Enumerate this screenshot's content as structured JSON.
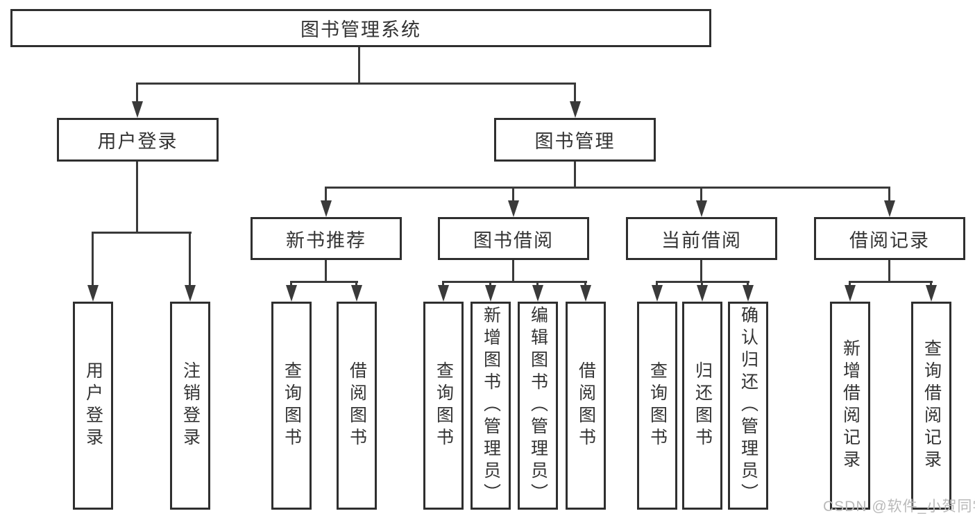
{
  "diagram": {
    "type": "hierarchy-tree",
    "root": {
      "label": "图书管理系统",
      "children": [
        {
          "label": "用户登录",
          "children": [
            {
              "label": "用户登录"
            },
            {
              "label": "注销登录"
            }
          ]
        },
        {
          "label": "图书管理",
          "children": [
            {
              "label": "新书推荐",
              "children": [
                {
                  "label": "查询图书"
                },
                {
                  "label": "借阅图书"
                }
              ]
            },
            {
              "label": "图书借阅",
              "children": [
                {
                  "label": "查询图书"
                },
                {
                  "label": "新增图书（管理员）"
                },
                {
                  "label": "编辑图书（管理员）"
                },
                {
                  "label": "借阅图书"
                }
              ]
            },
            {
              "label": "当前借阅",
              "children": [
                {
                  "label": "查询图书"
                },
                {
                  "label": "归还图书"
                },
                {
                  "label": "确认归还（管理员）"
                }
              ]
            },
            {
              "label": "借阅记录",
              "children": [
                {
                  "label": "新增借阅记录"
                },
                {
                  "label": "查询借阅记录"
                }
              ]
            }
          ]
        }
      ]
    }
  },
  "watermark": {
    "text": "CSDN @软件_小贺同学"
  },
  "colors": {
    "line": "#3a3a3a",
    "box_border": "#2f2f2f",
    "box_fill": "#ffffff",
    "text": "#333333",
    "watermark_text": "#b9b9b9",
    "background": "#ffffff"
  }
}
